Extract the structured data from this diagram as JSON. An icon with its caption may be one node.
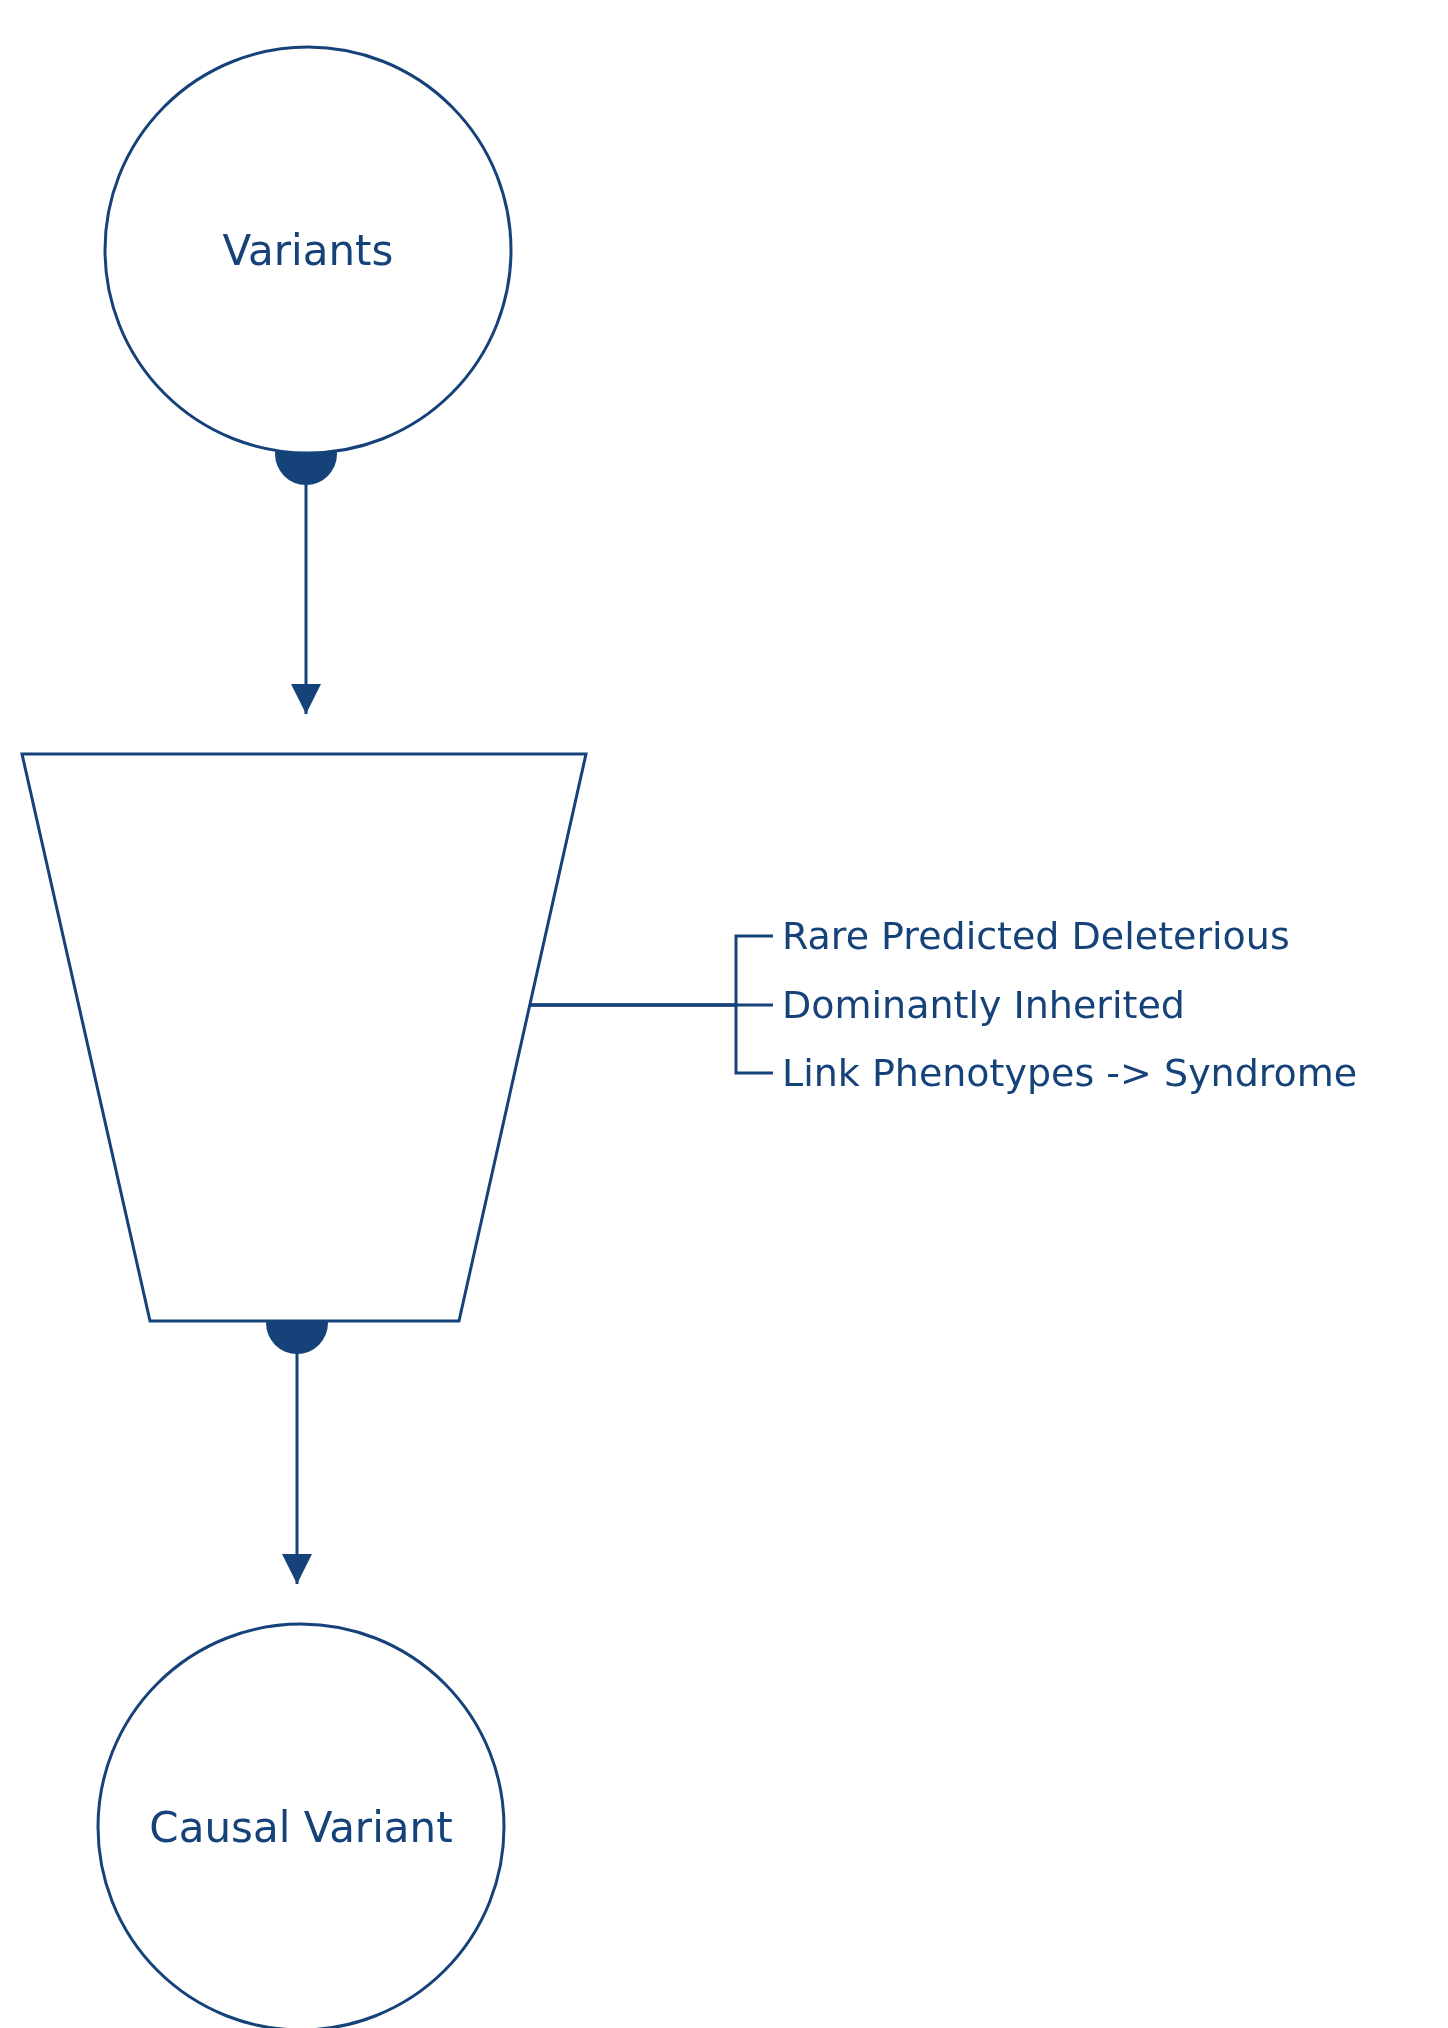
{
  "diagram": {
    "nodes": [
      {
        "text": [
          "Variants"
        ]
      },
      {
        "text": [],
        "shape": "trapezoid"
      },
      {
        "text": [
          "Causal Variant"
        ]
      },
      {
        "text": [
          "Rare Predicted Deleterious"
        ]
      },
      {
        "text": [
          "Dominantly Inherited"
        ]
      },
      {
        "text": [
          "Link Phenotypes -> Syndrome"
        ]
      }
    ],
    "edges": [
      {
        "from": 0,
        "to": 1,
        "arrow": "to"
      },
      {
        "from": 1,
        "to": 2,
        "arrow": "to"
      },
      {
        "from": 1,
        "to": 3,
        "arrow": "none"
      },
      {
        "from": 1,
        "to": 4,
        "arrow": "none"
      },
      {
        "from": 1,
        "to": 5,
        "arrow": "none"
      }
    ]
  }
}
